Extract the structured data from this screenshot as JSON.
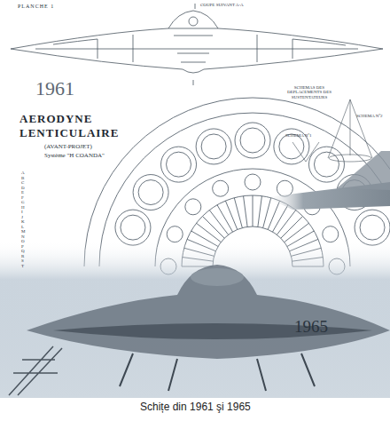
{
  "diagram": {
    "title": "AERODYNE LENTICULAIRE",
    "caption": "Schițe din 1961 şi 1965",
    "labels": [
      "PLANCHE 1",
      "COUPE SUIVANT A-A",
      "1961",
      "(AVANT-PROJET)",
      "Système \"H COANDA\"",
      "SCHEMAS DES DEPLACEMENTS DES SUSTENTATEURS",
      "SCHEMA Nº1",
      "SCHEMA Nº2",
      "A",
      "B",
      "C",
      "D",
      "E",
      "F",
      "G",
      "H",
      "I",
      "J",
      "K",
      "L",
      "M",
      "N",
      "O",
      "P",
      "Q",
      "R",
      "S",
      "T",
      "1965"
    ]
  }
}
